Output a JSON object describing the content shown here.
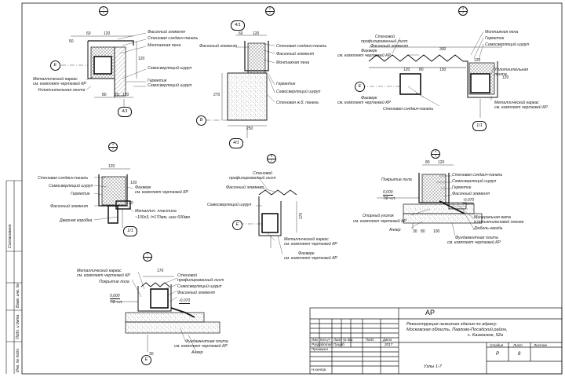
{
  "node1": {
    "bubble_top": "1",
    "bubble_bottom": "7",
    "labels": [
      "Фасонный элемент",
      "Стеновая сэндвич-панель",
      "Монтажная пена",
      "Самосверлящий шуруп",
      "Герметик",
      "Самосверлящий шуруп",
      "Металлический каркас",
      "см. комплект чертежей КР",
      "Уплотнительная лента"
    ],
    "dims": [
      "60",
      "120",
      "50",
      "120",
      "80",
      "20",
      "120"
    ],
    "axis": "Е",
    "ref": "4/1"
  },
  "node2": {
    "bubble_top": "2",
    "bubble_bottom": "7",
    "labels": [
      "Фасонный элемент",
      "Стеновая сэндвич-панель",
      "Фасонный элемент",
      "Монтажная пена",
      "Герметик",
      "Самосверлящий шуруп",
      "Стеновая ж.б. панель"
    ],
    "dims": [
      "60",
      "120",
      "270",
      "250"
    ],
    "axis": "В",
    "ref_top": "4/1",
    "ref_bottom": "4/1"
  },
  "node3": {
    "bubble_top": "3",
    "bubble_bottom": "7",
    "labels": [
      "Стеновой",
      "профилированный лист",
      "Фасонный элемент",
      "Фахверк",
      "см. комплект чертежей КР",
      "Монтажная пена",
      "Герметик",
      "Самосверлящий шуруп",
      "Фахверк",
      "см. комплект чертежей КР",
      "Стеновая сэндвич-панель",
      "Уплотнительная",
      "лента",
      "Металлический каркас",
      "см. комплект чертежей КР"
    ],
    "dims": [
      "120",
      "80",
      "150",
      "120",
      "120",
      "300"
    ],
    "axis": "Е",
    "ref": "1/1"
  },
  "node4": {
    "bubble_top": "4",
    "bubble_bottom": "7",
    "labels": [
      "Стеновая сэндвич-панель",
      "Самосверлящий шуруп",
      "Герметик",
      "Фасонный элемент",
      "Дверная коробка",
      "Фахверк",
      "см. комплект чертежей КР",
      "Металлич. пластина",
      "~100x3, l=170мм, шаг 600мм"
    ],
    "dims": [
      "120",
      "120",
      "20"
    ],
    "ref": "1/1"
  },
  "node5": {
    "bubble_top": "5",
    "bubble_bottom": "7",
    "labels": [
      "Стеновой",
      "профилированный лист",
      "Фасонный элемент",
      "Самосверлящий шуруп",
      "Металлический каркас",
      "см. комплект чертежей КР",
      "Фахверк",
      "см. комплект чертежей КР"
    ],
    "dims": [
      "170"
    ],
    "axis": "Е"
  },
  "node6": {
    "bubble_top": "6",
    "bubble_bottom": "7",
    "labels": [
      "Стеновая сэндвич-панель",
      "Покрытие пола",
      "Самосверлящий шуруп",
      "Герметик",
      "Фасонный элемент",
      "Опорный уголок",
      "см. комплект чертежей КР",
      "Анкер",
      "Минеральная вата",
      "в полиэтиленовой пленке",
      "Дюбель-гвоздь",
      "Фундаментная плита",
      "см. комплект чертежей КР"
    ],
    "dims": [
      "80",
      "120",
      "30",
      "80",
      "100"
    ],
    "levels": [
      "0,000",
      "-0,070"
    ],
    "level_note": "ТФ ч.п."
  },
  "node7": {
    "bubble_top": "7",
    "bubble_bottom": "7",
    "labels": [
      "Металлический каркас",
      "см. комплект чертежей КР",
      "Покрытие пола",
      "Стеновой",
      "профилированный лист",
      "Самосверлящий шуруп",
      "Фасонный элемент",
      "Фундаментная плита",
      "см. комплект чертежей КР",
      "Анкер"
    ],
    "dims": [
      "170",
      "30"
    ],
    "levels": [
      "0,000",
      "-0,070"
    ],
    "level_note": "ТФ ч.п.",
    "axis": "Е"
  },
  "title_block": {
    "stamp": "АР",
    "project": [
      "Реконструкция нежилого здания по адресу:",
      "Московская область, Павлово-Посадский район,",
      "с. Казанское, 52а"
    ],
    "col_heads": [
      "Изм.",
      "Кол.уч",
      "Лист",
      "№ док.",
      "Подп.",
      "Дата"
    ],
    "rows": [
      {
        "role": "Разработал",
        "name": "Гущаб",
        "date": "2017"
      },
      {
        "role": "Проверил",
        "name": "",
        "date": ""
      },
      {
        "role": "",
        "name": "",
        "date": ""
      },
      {
        "role": "Н.контр.",
        "name": "",
        "date": ""
      }
    ],
    "stage_head": "Стадия",
    "sheet_head": "Лист",
    "sheets_head": "Листов",
    "stage": "Р",
    "sheet": "8",
    "sheets": "",
    "sheet_title": "Узлы 1-7"
  },
  "side_stamp": {
    "labels": [
      "Согласовано",
      "Взам. инв. №",
      "Подп. и дата",
      "Инв. № подл."
    ]
  }
}
